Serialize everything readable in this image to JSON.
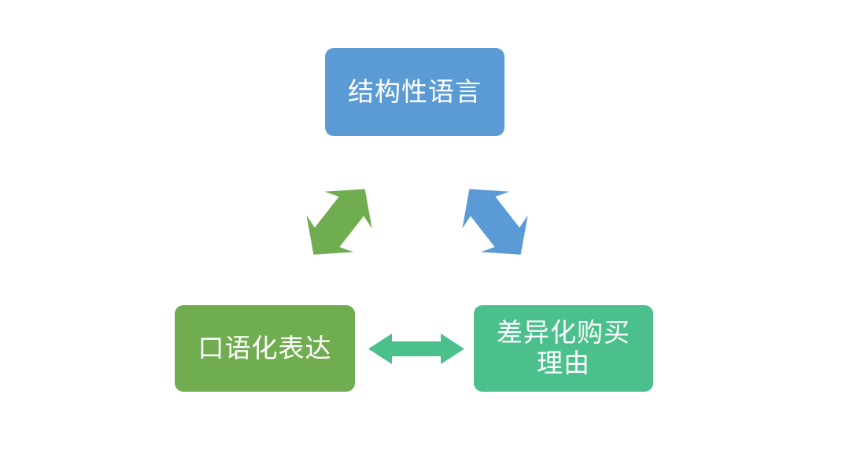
{
  "diagram": {
    "type": "cycle-relationship-diagram",
    "background_color": "#FFFFFF",
    "nodes": [
      {
        "id": "structured-language",
        "label": "结构性语言",
        "position": "top",
        "fill_color": "#5B9BD5",
        "text_color": "#FFFFFF"
      },
      {
        "id": "colloquial-expression",
        "label": "口语化表达",
        "position": "bottom-left",
        "fill_color": "#70AD51",
        "text_color": "#FFFFFF"
      },
      {
        "id": "purchase-reason",
        "label": "差异化购买\n理由",
        "position": "bottom-right",
        "fill_color": "#4CC08C",
        "text_color": "#FFFFFF"
      }
    ],
    "connectors": [
      {
        "id": "left-diagonal",
        "from": "colloquial-expression",
        "to": "structured-language",
        "style": "double-headed-notched",
        "color": "#70AD51"
      },
      {
        "id": "right-diagonal",
        "from": "structured-language",
        "to": "purchase-reason",
        "style": "double-headed-notched",
        "color": "#5B9BD5"
      },
      {
        "id": "bottom-horizontal",
        "from": "colloquial-expression",
        "to": "purchase-reason",
        "style": "double-headed",
        "color": "#4CC08C"
      }
    ]
  }
}
